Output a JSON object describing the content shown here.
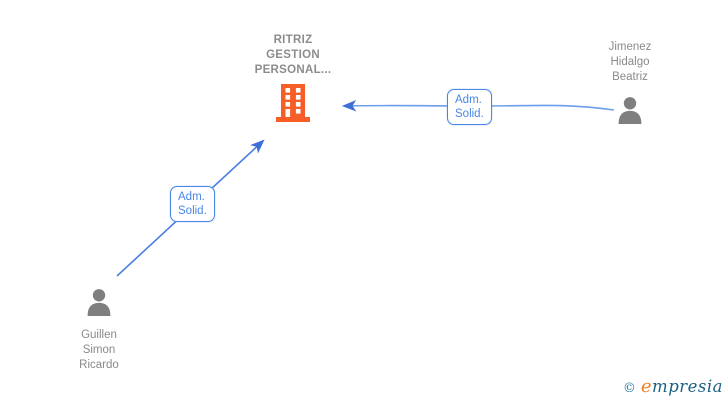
{
  "company": {
    "name_lines": [
      "RITRIZ",
      "GESTION",
      "PERSONAL..."
    ],
    "icon": "building-icon",
    "icon_color": "#f65d27"
  },
  "persons": [
    {
      "name_lines": [
        "Guillen",
        "Simon",
        "Ricardo"
      ],
      "icon": "person-icon",
      "icon_color": "#7f7f7f"
    },
    {
      "name_lines": [
        "Jimenez",
        "Hidalgo",
        "Beatriz"
      ],
      "icon": "person-icon",
      "icon_color": "#7f7f7f"
    }
  ],
  "edges": [
    {
      "from": "Guillen Simon Ricardo",
      "to": "RITRIZ GESTION PERSONAL...",
      "label_lines": [
        "Adm.",
        "Solid."
      ],
      "direction": "person-to-company"
    },
    {
      "from": "Jimenez Hidalgo Beatriz",
      "to": "RITRIZ GESTION PERSONAL...",
      "label_lines": [
        "Adm.",
        "Solid."
      ],
      "direction": "person-to-company"
    }
  ],
  "logo": {
    "symbol": "©",
    "brand_first": "e",
    "brand_rest": "mpresia"
  },
  "colors": {
    "edge_blue": "#4a7fe0",
    "edge_blue_light": "#6d9eeb",
    "arrowhead_blue": "#3d6fd6",
    "label_blue": "#4a86e8",
    "company_orange": "#f65d27",
    "text_gray": "#8a8a8a",
    "person_gray": "#7f7f7f",
    "logo_teal": "#27789e",
    "logo_orange": "#f08122"
  }
}
